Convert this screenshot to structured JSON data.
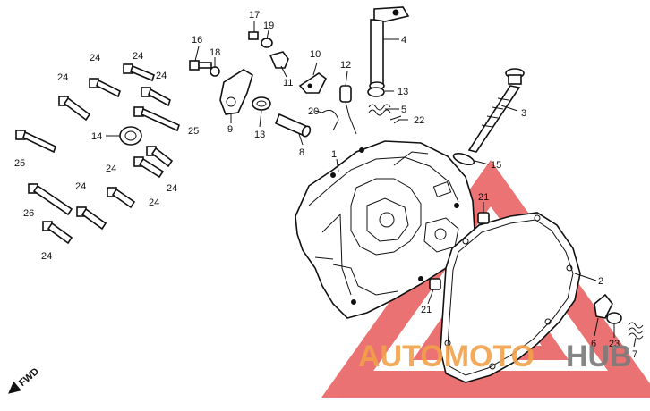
{
  "watermark": {
    "text_auto": "AUTOMOTO",
    "text_hub": "HUB",
    "accent_color": "#e85a5a",
    "orange_color": "#f2a14a",
    "gray_color": "#7a7a7a"
  },
  "fwd_label": "FWD",
  "callouts": [
    "1",
    "2",
    "3",
    "4",
    "5",
    "6",
    "7",
    "8",
    "9",
    "10",
    "11",
    "12",
    "13",
    "13",
    "14",
    "15",
    "16",
    "17",
    "18",
    "19",
    "20",
    "21",
    "21",
    "22",
    "23",
    "24",
    "24",
    "24",
    "24",
    "24",
    "24",
    "24",
    "24",
    "24",
    "25",
    "25",
    "26"
  ]
}
